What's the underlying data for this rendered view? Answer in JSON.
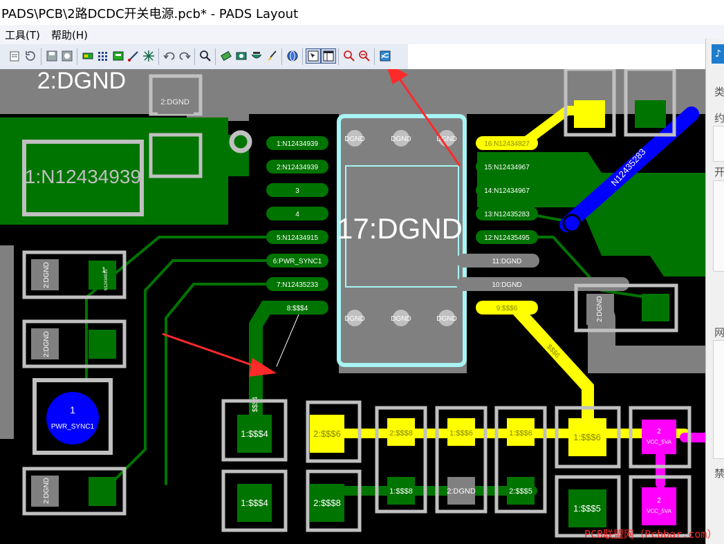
{
  "window": {
    "title": "PADS\\PCB\\2路DCDC开关电源.pcb* - PADS Layout"
  },
  "menu": {
    "items": [
      "工具(T)",
      "帮助(H)"
    ]
  },
  "toolbar": {
    "buttons": [
      "properties-icon",
      "refresh-icon",
      "save-icon",
      "report-icon",
      "gate-icon",
      "netlist-icon",
      "layout-icon",
      "route-icon",
      "cluster-icon",
      "undo-icon",
      "redo-icon",
      "zoom-icon",
      "component-icon",
      "view-icon",
      "pour-icon",
      "brush-icon",
      "globe-icon",
      "select-mode-icon",
      "window-mode-icon",
      "zoom-in-icon",
      "zoom-out-icon",
      "eco-icon"
    ]
  },
  "sidepanel": {
    "labels": [
      "类",
      "约",
      "开",
      "网",
      "禁"
    ]
  },
  "colors": {
    "board": "#808080",
    "copper": "#007400",
    "outline": "#c0c0c0",
    "bg": "#000000",
    "yellow": "#ffff00",
    "blue": "#0000ff",
    "magenta": "#ff00ff",
    "cyan": "#a8f4f4",
    "watermark": "#ff2a2a"
  },
  "pcb": {
    "big_pad_left": "2:DGND",
    "pad_top_small": "2:DGND",
    "pad_n12434939": "1:N12434939",
    "ic_center": "17:DGND",
    "ic_corner_labels": [
      "DGND",
      "DGND",
      "DGND",
      "DGND",
      "DGND",
      "DGND"
    ],
    "left_pins": [
      "1:N12434939",
      "2:N12434939",
      "3",
      "4",
      "5:N12434915",
      "6:PWR_SYNC1",
      "7:N12435233",
      "8:$$$4"
    ],
    "right_pins": [
      "16:N12434827",
      "15:N12434967",
      "14:N12434967",
      "13:N12435283",
      "12:N12435495",
      "11:DGND",
      "10:DGND",
      "9:$$$6"
    ],
    "trace_label_blue": "N12435283",
    "trace_label_yellow": "$$$6",
    "trace_label_green": "$$$4",
    "small_gnd_labels": [
      "2:DGND",
      "2:DGND",
      "2:DGND",
      "2:DGND"
    ],
    "small_pad_label": "1",
    "small_pad_sub": "N12434915",
    "via_number": "1",
    "via_name": "PWR_SYNC1",
    "bottom_pads": [
      "1:$$$4",
      "1:$$$4",
      "2:$$$6",
      "2:$$$8",
      "2:$$$8",
      "1:$$$6",
      "1:$$$8",
      "2:DGND",
      "1:$$$6",
      "2:$$$5",
      "1:$$$6",
      "1:$$$5"
    ],
    "vcc_pads": [
      "2",
      "VCC_5VA",
      "2",
      "VCC_5VA"
    ],
    "right_gnd": "2:DGND"
  },
  "watermark": "PCB联盟网（Pcbbar.com）"
}
